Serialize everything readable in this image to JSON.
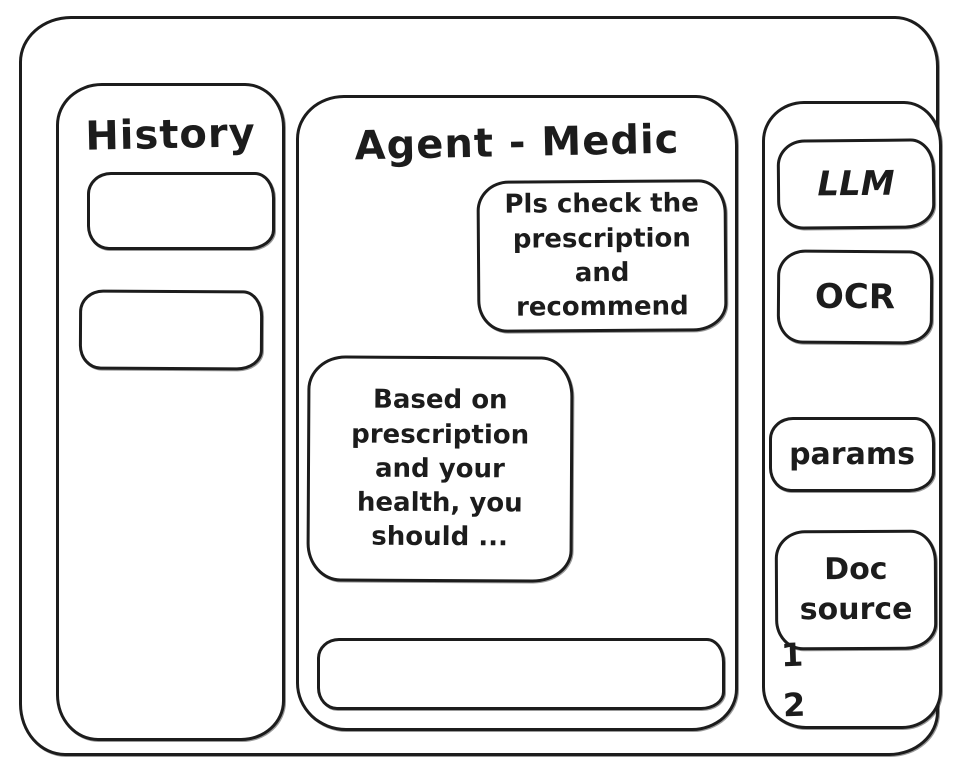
{
  "canvas": {
    "ink_color": "#1c1c1c",
    "background_color": "#ffffff",
    "style": "hand-drawn wireframe sketch"
  },
  "history_panel": {
    "title": "History",
    "items": [
      {
        "label": ""
      },
      {
        "label": ""
      }
    ]
  },
  "chat_panel": {
    "title": "Agent - Medic",
    "messages": [
      {
        "role": "user",
        "text": "Pls check the\nprescription\nand recommend"
      },
      {
        "role": "assistant",
        "text": "Based on\nprescription\nand your\nhealth, you\nshould ..."
      }
    ],
    "input": {
      "value": "",
      "placeholder": ""
    }
  },
  "tools_panel": {
    "buttons": [
      {
        "label": "LLM"
      },
      {
        "label": "OCR"
      },
      {
        "label": "params"
      },
      {
        "label": "Doc\nsource"
      }
    ],
    "annotations": [
      "1",
      "2"
    ]
  }
}
